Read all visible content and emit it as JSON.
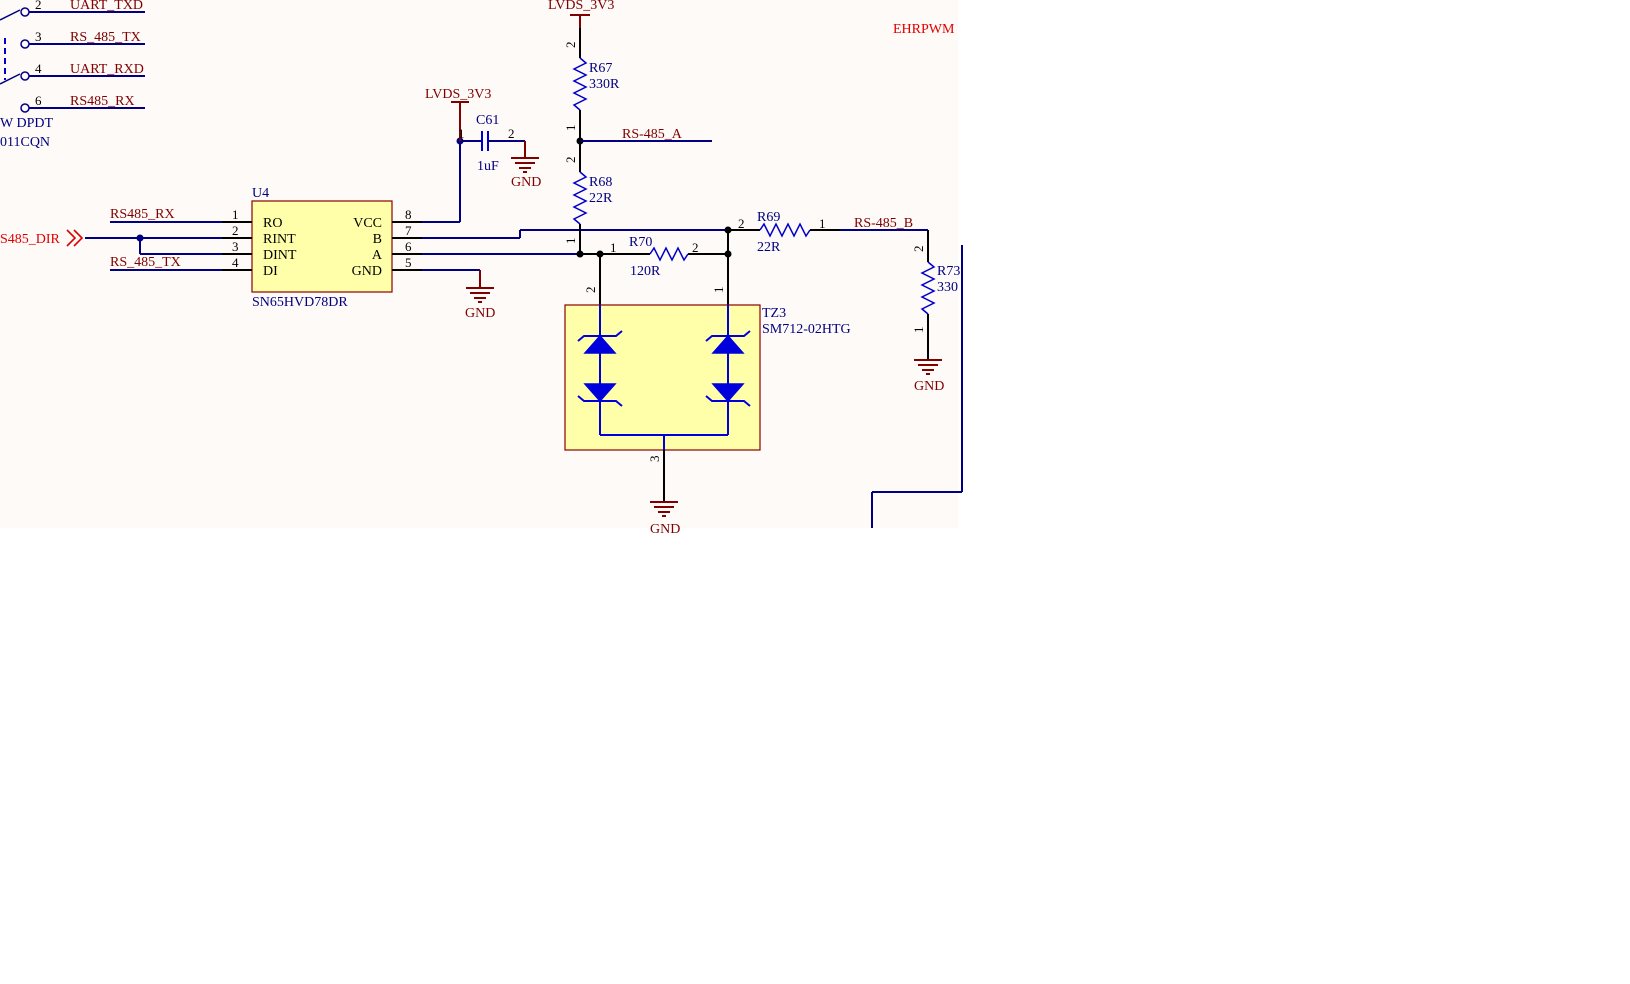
{
  "colors": {
    "sheet_background": "#fdfaf7",
    "wire": "#000080",
    "net_label": "#800000",
    "port_flag": "#e00000",
    "component_body": "#ffffaa",
    "tvs_diode": "#0000dd"
  },
  "icons": [
    "resistor-icon",
    "capacitor-icon",
    "ground-icon",
    "power-port-icon",
    "tvs-diode-icon",
    "port-arrow-icon"
  ],
  "switch_fragment": {
    "pins": [
      {
        "num": "2",
        "net": "UART_TXD"
      },
      {
        "num": "3",
        "net": "RS_485_TX"
      },
      {
        "num": "4",
        "net": "UART_RXD"
      },
      {
        "num": "6",
        "net": "RS485_RX"
      }
    ],
    "type_text": "W DPDT",
    "part_text": "011CQN"
  },
  "top_right_label": "EHRPWM",
  "power": {
    "lvds_top": "LVDS_3V3",
    "lvds_cap": "LVDS_3V3"
  },
  "gnd": {
    "cap": "GND",
    "u4": "GND",
    "tvs": "GND",
    "r73": "GND"
  },
  "c61": {
    "designator": "C61",
    "value": "1uF",
    "pin1": "1",
    "pin2": "2"
  },
  "r67": {
    "designator": "R67",
    "value": "330R",
    "pin_top": "2",
    "pin_bottom": "1"
  },
  "r68": {
    "designator": "R68",
    "value": "22R",
    "pin_top": "2",
    "pin_bottom": "1"
  },
  "r69": {
    "designator": "R69",
    "value": "22R",
    "pin_left": "2",
    "pin_right": "1"
  },
  "r70": {
    "designator": "R70",
    "value": "120R",
    "pin_left": "1",
    "pin_right": "2"
  },
  "r73": {
    "designator": "R73",
    "value": "330",
    "pin_top": "2",
    "pin_bottom": "1"
  },
  "u4": {
    "designator": "U4",
    "part": "SN65HVD78DR",
    "left_pins": [
      {
        "num": "1",
        "name": "RO"
      },
      {
        "num": "2",
        "name": "RINT"
      },
      {
        "num": "3",
        "name": "DINT"
      },
      {
        "num": "4",
        "name": "DI"
      }
    ],
    "right_pins": [
      {
        "num": "8",
        "name": "VCC"
      },
      {
        "num": "7",
        "name": "B"
      },
      {
        "num": "6",
        "name": "A"
      },
      {
        "num": "5",
        "name": "GND"
      }
    ]
  },
  "nets": {
    "rs485_rx": "RS485_RX",
    "rs485_tx": "RS_485_TX",
    "rs485_dir": "S485_DIR",
    "rs485_a": "RS-485_A",
    "rs485_b": "RS-485_B"
  },
  "tz3": {
    "designator": "TZ3",
    "part": "SM712-02HTG",
    "pin_left": "2",
    "pin_right": "1",
    "pin_bottom": "3"
  }
}
